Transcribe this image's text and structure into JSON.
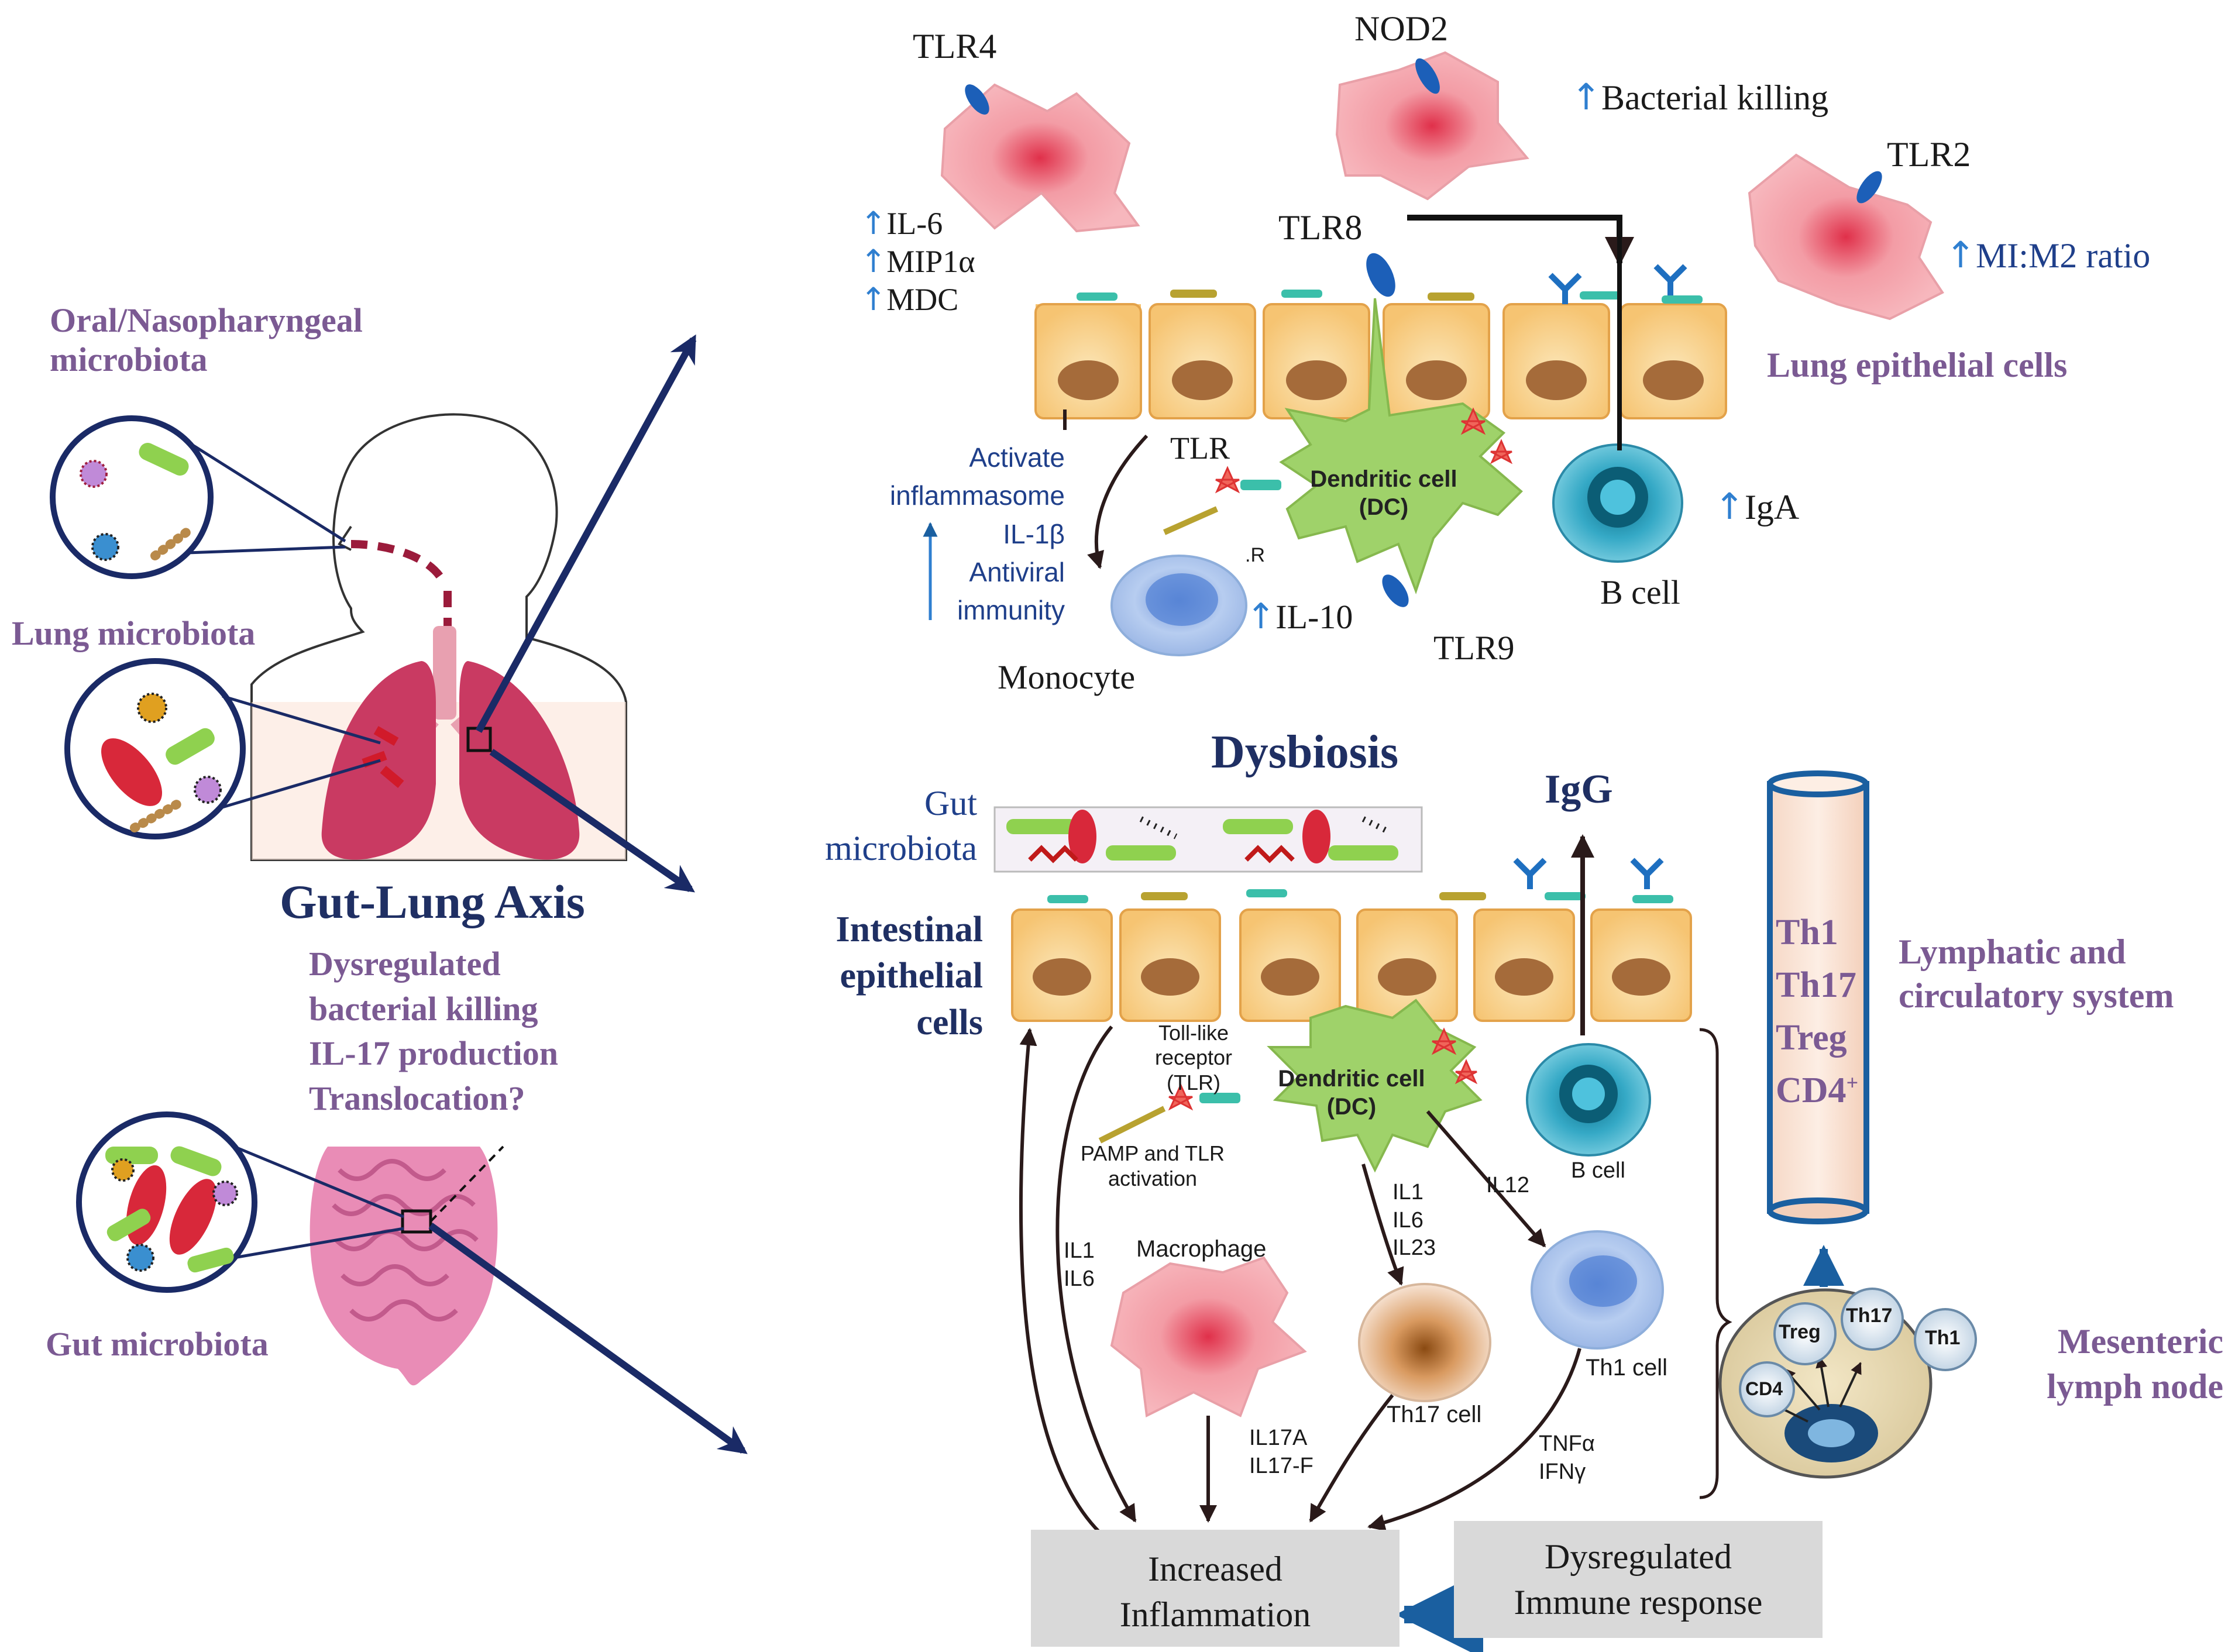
{
  "left": {
    "oral_nasopharyngeal_microbiota": [
      "Oral/Nasopharyngeal",
      "microbiota"
    ],
    "lung_microbiota": "Lung microbiota",
    "gut_lung_axis": "Gut-Lung Axis",
    "dysregulated_list": [
      "Dysregulated",
      "bacterial killing",
      "IL-17 production",
      "Translocation?"
    ],
    "gut_microbiota": "Gut microbiota"
  },
  "lung": {
    "tlr4": "TLR4",
    "nod2": "NOD2",
    "bacterial_killing": "Bacterial killing",
    "tlr2": "TLR2",
    "mi_m2_ratio": "MI:M2  ratio",
    "tlr8": "TLR8",
    "cytokines": [
      "IL-6",
      "MIP1α",
      "MDC"
    ],
    "lung_epithelial_cells": "Lung epithelial  cells",
    "activate_list": [
      "Activate",
      "inflammasome",
      "IL-1β",
      "Antiviral",
      "immunity"
    ],
    "tlr": "TLR",
    "dendritic_cell": [
      "Dendritic cell",
      "(DC)"
    ],
    "lr_fragment": ".R",
    "iga": "IgA",
    "b_cell": "B cell",
    "il10": "IL-10",
    "tlr9": "TLR9",
    "monocyte": "Monocyte"
  },
  "gut": {
    "dysbiosis": "Dysbiosis",
    "igg": "IgG",
    "gut_microbiota": [
      "Gut",
      "microbiota"
    ],
    "intestinal_epithelial_cells": [
      "Intestinal",
      "epithelial",
      "cells"
    ],
    "toll_like_receptor": [
      "Toll-like",
      "receptor",
      "(TLR)"
    ],
    "dendritic_cell": [
      "Dendritic cell",
      "(DC)"
    ],
    "pamp_activation": [
      "PAMP and TLR",
      "activation"
    ],
    "b_cell": "B cell",
    "il1_il6_il23": [
      "IL1",
      "IL6",
      "IL23"
    ],
    "il12": "IL12",
    "il1_il6": [
      "IL1",
      "IL6"
    ],
    "macrophage": "Macrophage",
    "th17_cell": "Th17 cell",
    "th1_cell": "Th1 cell",
    "il17": [
      "IL17A",
      "IL17-F"
    ],
    "tnf_ifn": [
      "TNFα",
      "IFNγ"
    ],
    "increased_inflammation": [
      "Increased",
      "Inflammation"
    ],
    "dysregulated_immune": [
      "Dysregulated",
      "Immune response"
    ]
  },
  "lymph": {
    "tube_labels": [
      "Th1",
      "Th17",
      "Treg",
      "CD4"
    ],
    "cd4_sup": "+",
    "lymphatic_system": [
      "Lymphatic and",
      "circulatory system"
    ],
    "mesenteric": [
      "Mesenteric",
      "lymph  node"
    ],
    "node_cells": [
      "Treg",
      "Th17",
      "Th1",
      "CD4"
    ]
  }
}
